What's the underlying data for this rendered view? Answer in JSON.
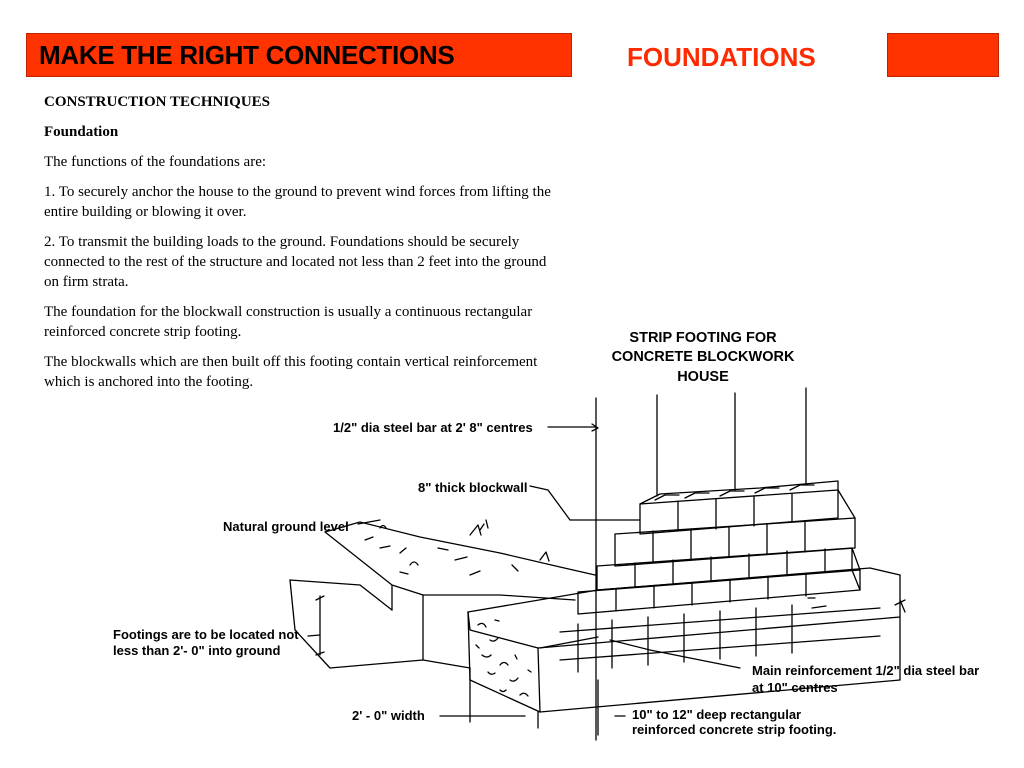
{
  "header": {
    "title": "MAKE THE RIGHT CONNECTIONS",
    "section": "FOUNDATIONS",
    "accent_color": "#ff3300",
    "section_color": "#ff2a00"
  },
  "content": {
    "heading": "CONSTRUCTION TECHNIQUES",
    "subheading": "Foundation",
    "intro": "The functions of the foundations are:",
    "point_1": "1. To securely anchor the house to the ground to prevent wind forces from lifting the entire building or blowing it over.",
    "point_2": "2. To transmit the building loads to the ground.  Foundations should be securely connected to the rest of the structure and located not less than 2 feet into the ground on firm strata.",
    "para_footing": "The foundation for the blockwall construction is usually a continuous rectangular reinforced concrete strip footing.",
    "para_blockwalls": "The blockwalls which are then built off this footing contain vertical reinforcement which is anchored into the footing."
  },
  "diagram": {
    "title_lines": [
      "STRIP  FOOTING FOR",
      "CONCRETE BLOCKWORK",
      "HOUSE"
    ],
    "labels": {
      "steel_bar": "1/2\" dia steel bar at 2' 8\" centres",
      "blockwall": "8\" thick blockwall",
      "ground_level": "Natural ground level",
      "footing_depth_1": "Footings are to be located not",
      "footing_depth_2": "less than 2'- 0\" into ground",
      "main_reinf_1": "Main reinforcement 1/2\" dia steel bar",
      "main_reinf_2": "at  10\" centres",
      "width": "2' - 0\" width",
      "deep_1": "10\"  to 12\" deep rectangular",
      "deep_2": "reinforced concrete strip footing."
    }
  }
}
